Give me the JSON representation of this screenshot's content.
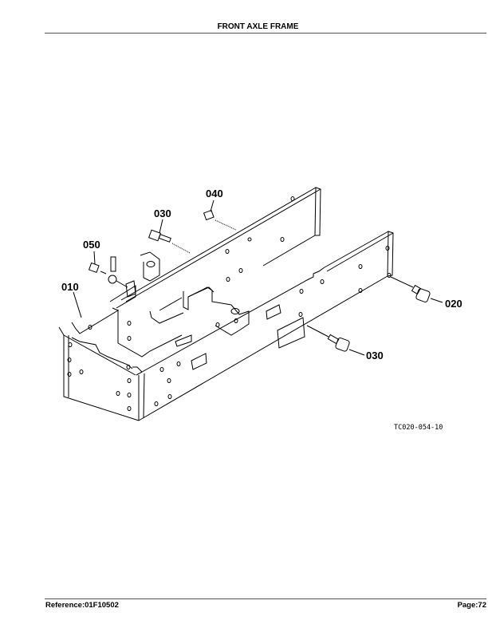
{
  "header": {
    "title": "FRONT AXLE FRAME"
  },
  "diagram": {
    "callouts": [
      {
        "id": "010"
      },
      {
        "id": "020"
      },
      {
        "id": "030"
      },
      {
        "id": "030"
      },
      {
        "id": "040"
      },
      {
        "id": "050"
      }
    ],
    "figure_code": "TC020-054-10"
  },
  "footer": {
    "reference": "Reference:01F10502",
    "page": "Page:72"
  }
}
